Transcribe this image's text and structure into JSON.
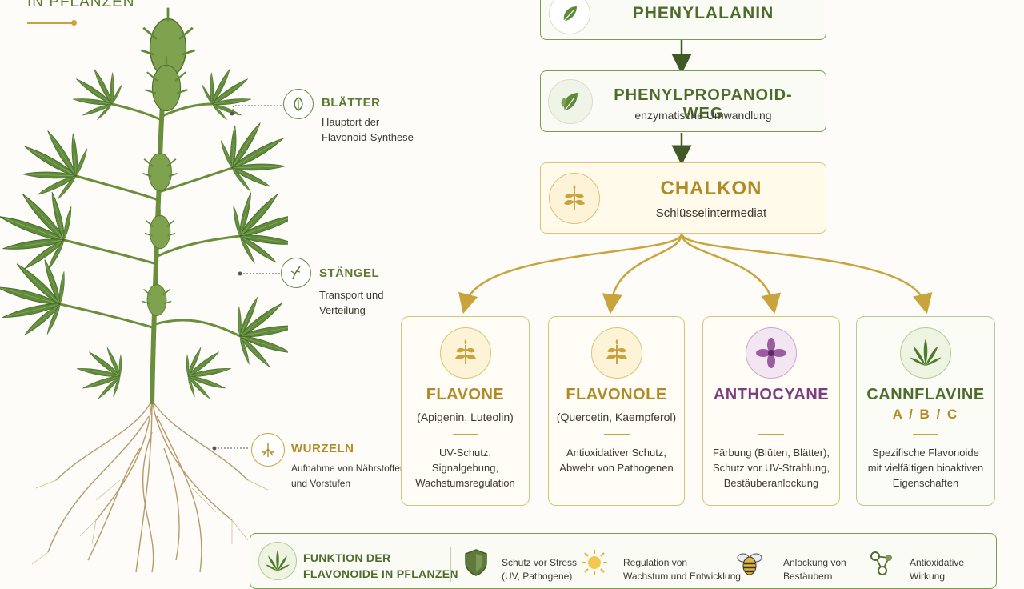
{
  "corner_title": "IN PFLANZEN",
  "plant_parts": [
    {
      "title": "BLÄTTER",
      "desc": [
        "Hauptort der",
        "Flavonoid-Synthese"
      ],
      "icon": "leaf-icon"
    },
    {
      "title": "STÄNGEL",
      "desc": [
        "Transport und",
        "Verteilung"
      ],
      "icon": "stem-icon"
    },
    {
      "title": "WURZELN",
      "desc": [
        "Aufnahme von Nährstoffen",
        "und Vorstufen"
      ],
      "icon": "roots-icon"
    }
  ],
  "pathway": {
    "phenylalanin": {
      "title": "PHENYLALANIN"
    },
    "phenylpropanoid": {
      "title": "PHENYLPROPANOID-WEG",
      "sub": "enzymatische Umwandlung"
    },
    "chalkon": {
      "title": "CHALKON",
      "sub": "Schlüsselintermediat"
    }
  },
  "classes": [
    {
      "title": "FLAVONE",
      "examples": "(Apigenin, Luteolin)",
      "desc": [
        "UV-Schutz, Signalgebung,",
        "Wachstumsregulation"
      ],
      "color": "#b08a24",
      "icon": "gold-leaf-icon"
    },
    {
      "title": "FLAVONOLE",
      "examples": "(Quercetin, Kaempferol)",
      "desc": [
        "Antioxidativer Schutz,",
        "Abwehr von Pathogenen"
      ],
      "color": "#b08a24",
      "icon": "gold-leaf-icon"
    },
    {
      "title": "ANTHOCYANE",
      "examples": "",
      "desc": [
        "Färbung (Blüten, Blätter),",
        "Schutz vor UV-Strahlung,",
        "Bestäuberanlockung"
      ],
      "color": "#7a3f7e",
      "icon": "purple-flower-icon"
    },
    {
      "title": "CANNFLAVINE",
      "examples": "A / B / C",
      "desc": [
        "Spezifische Flavonoide",
        "mit vielfältigen bioaktiven",
        "Eigenschaften"
      ],
      "color": "#4f6b2c",
      "icon": "cannabis-leaf-icon"
    }
  ],
  "footer": {
    "title": [
      "FUNKTION DER",
      "FLAVONOIDE IN PFLANZEN"
    ],
    "items": [
      {
        "text": [
          "Schutz vor Stress",
          "(UV, Pathogene)"
        ],
        "icon": "shield-icon"
      },
      {
        "text": [
          "Regulation von",
          "Wachstum und Entwicklung"
        ],
        "icon": "sun-icon"
      },
      {
        "text": [
          "Anlockung von",
          "Bestäubern"
        ],
        "icon": "bee-icon"
      },
      {
        "text": [
          "Antioxidative",
          "Wirkung"
        ],
        "icon": "molecule-icon"
      }
    ]
  },
  "colors": {
    "green": "#5a7a32",
    "gold": "#c9a43c",
    "purple": "#7a3f7e",
    "cream": "#fdfcf8"
  }
}
